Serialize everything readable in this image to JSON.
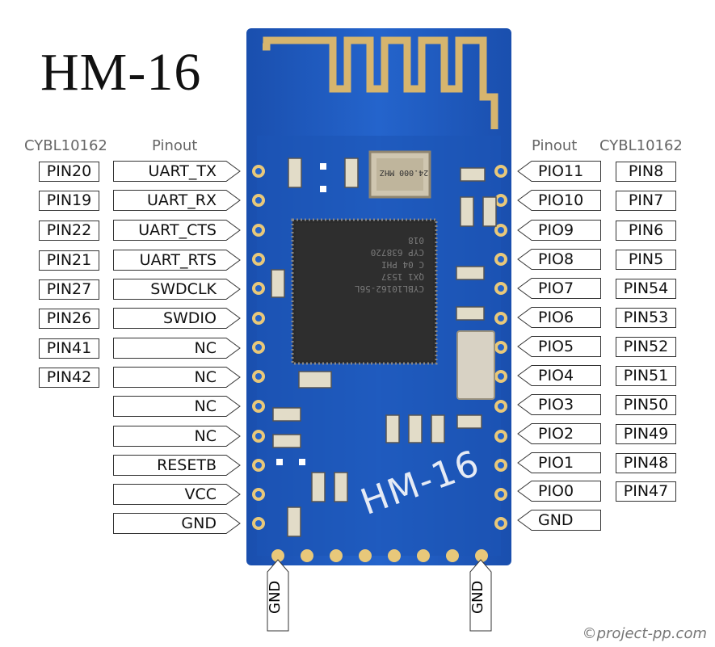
{
  "title": "HM-16",
  "headers": {
    "left_chip": "CYBL10162",
    "left_pinout": "Pinout",
    "right_pinout": "Pinout",
    "right_chip": "CYBL10162"
  },
  "left_pins": [
    {
      "chip": "PIN20",
      "name": "UART_TX"
    },
    {
      "chip": "PIN19",
      "name": "UART_RX"
    },
    {
      "chip": "PIN22",
      "name": "UART_CTS"
    },
    {
      "chip": "PIN21",
      "name": "UART_RTS"
    },
    {
      "chip": "PIN27",
      "name": "SWDCLK"
    },
    {
      "chip": "PIN26",
      "name": "SWDIO"
    },
    {
      "chip": "PIN41",
      "name": "NC"
    },
    {
      "chip": "PIN42",
      "name": "NC"
    },
    {
      "chip": "",
      "name": "NC"
    },
    {
      "chip": "",
      "name": "NC"
    },
    {
      "chip": "",
      "name": "RESETB"
    },
    {
      "chip": "",
      "name": "VCC"
    },
    {
      "chip": "",
      "name": "GND"
    }
  ],
  "right_pins": [
    {
      "chip": "PIN8",
      "name": "PIO11"
    },
    {
      "chip": "PIN7",
      "name": "PIO10"
    },
    {
      "chip": "PIN6",
      "name": "PIO9"
    },
    {
      "chip": "PIN5",
      "name": "PIO8"
    },
    {
      "chip": "PIN54",
      "name": "PIO7"
    },
    {
      "chip": "PIN53",
      "name": "PIO6"
    },
    {
      "chip": "PIN52",
      "name": "PIO5"
    },
    {
      "chip": "PIN51",
      "name": "PIO4"
    },
    {
      "chip": "PIN50",
      "name": "PIO3"
    },
    {
      "chip": "PIN49",
      "name": "PIO2"
    },
    {
      "chip": "PIN48",
      "name": "PIO1"
    },
    {
      "chip": "PIN47",
      "name": "PIO0"
    },
    {
      "chip": "",
      "name": "GND"
    }
  ],
  "bottom_pins": [
    "GND",
    "GND"
  ],
  "board": {
    "silkscreen": "HM-16",
    "crystal_text": "24.000 MHZ",
    "chip_text": [
      "CYBL10162-56L",
      "QX1 1537",
      "C 04 PHI",
      "CYP 638720",
      "018"
    ]
  },
  "copyright": "©project-pp.com",
  "colors": {
    "pcb": "#1e5bbf",
    "pad": "#e8c87a",
    "chip": "#2b2b2b"
  }
}
